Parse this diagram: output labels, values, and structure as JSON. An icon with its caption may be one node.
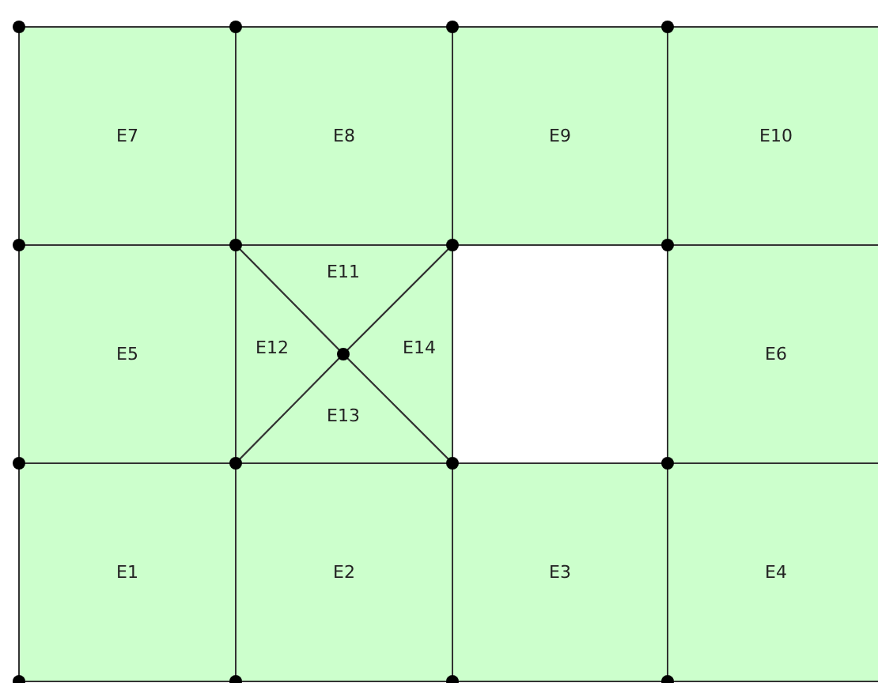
{
  "diagram": {
    "nodes": [
      {
        "text": [
          "E7"
        ]
      },
      {
        "text": [
          "E8"
        ]
      },
      {
        "text": [
          "E9"
        ]
      },
      {
        "text": [
          "E10"
        ]
      },
      {
        "text": [
          "E5"
        ]
      },
      {
        "text": [
          "E11"
        ]
      },
      {
        "text": [
          "E12"
        ]
      },
      {
        "text": [
          "E14"
        ]
      },
      {
        "text": [
          "E13"
        ]
      },
      {
        "text": [
          "E6"
        ]
      },
      {
        "text": [
          "E1"
        ]
      },
      {
        "text": [
          "E2"
        ]
      },
      {
        "text": [
          "E3"
        ]
      },
      {
        "text": [
          "E4"
        ]
      }
    ]
  }
}
